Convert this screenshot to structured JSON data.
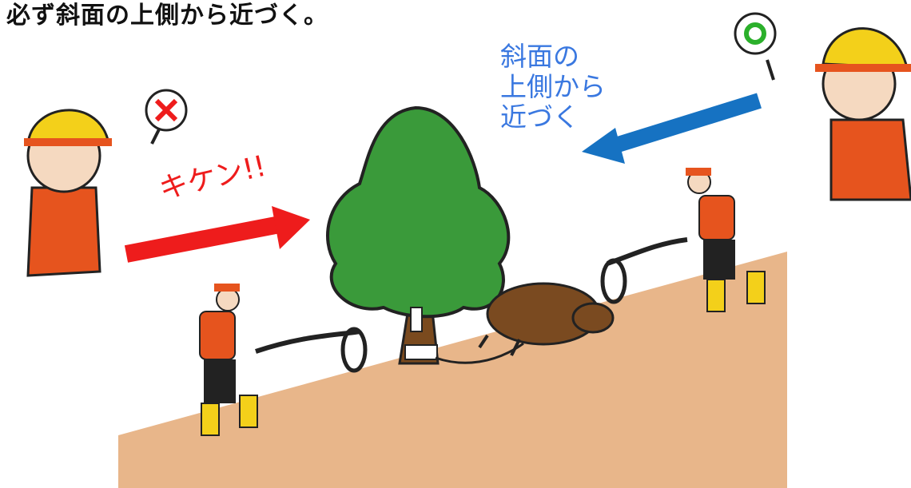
{
  "title": "必ず斜面の上側から近づく。",
  "danger_label": "キケン!!",
  "safe_label_lines": [
    "斜面の",
    "上側から",
    "近づく"
  ],
  "colors": {
    "danger_arrow": "#ee1c1c",
    "safe_arrow": "#1672c2",
    "slope": "#e8b68a",
    "tree_foliage": "#3a9a3a",
    "tree_trunk": "#7a4a1e",
    "boar": "#7a4a20",
    "vest": "#e6541e",
    "boots": "#f3d01a"
  },
  "icons": {
    "bad_sign": "cross-sign-icon",
    "good_sign": "circle-sign-icon"
  }
}
